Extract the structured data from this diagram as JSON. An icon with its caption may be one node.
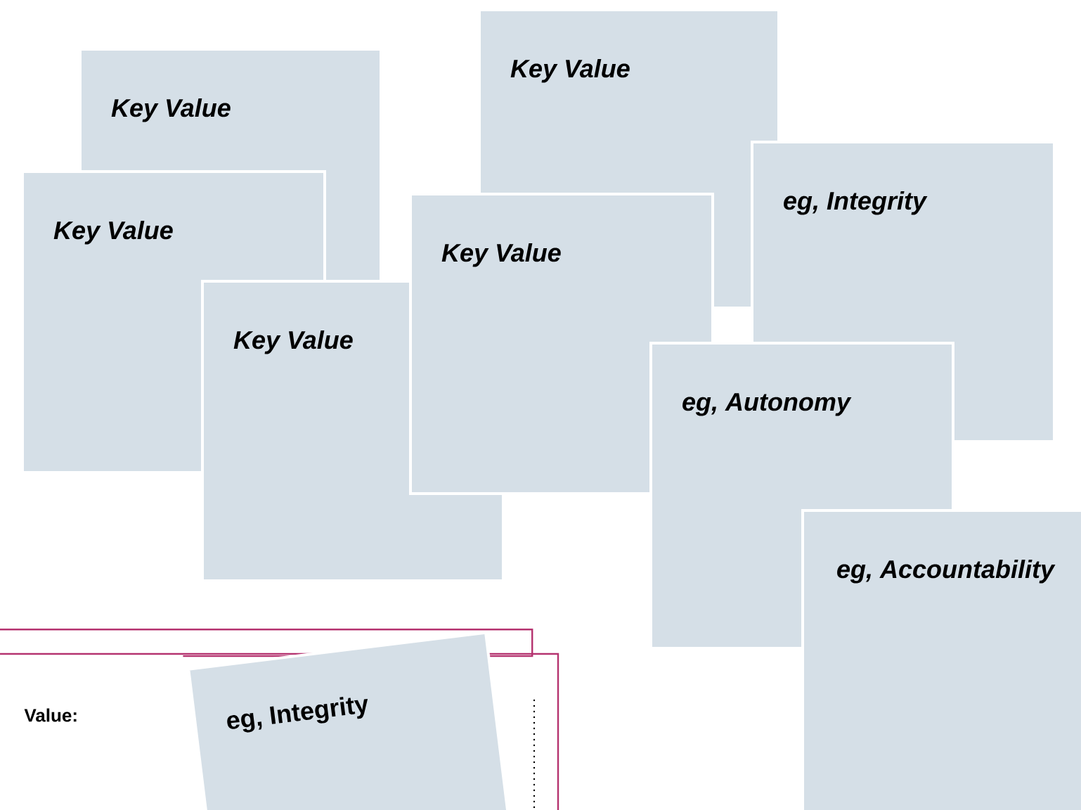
{
  "diagram": {
    "nodes": [
      {
        "text": [
          "Key Value"
        ]
      },
      {
        "text": [
          "Key Value"
        ]
      },
      {
        "text": [
          "eg, Integrity"
        ]
      },
      {
        "text": [
          "Key Value"
        ]
      },
      {
        "text": [
          "Key Value"
        ]
      },
      {
        "text": [
          "Key Value"
        ]
      },
      {
        "text": [
          "eg, Autonomy"
        ]
      },
      {
        "text": [
          "eg, Accountability"
        ]
      },
      {
        "text": [],
        "shape": "box"
      },
      {
        "text": [
          "Value:"
        ]
      },
      {
        "text": [
          "eg, Integrity"
        ]
      }
    ]
  }
}
